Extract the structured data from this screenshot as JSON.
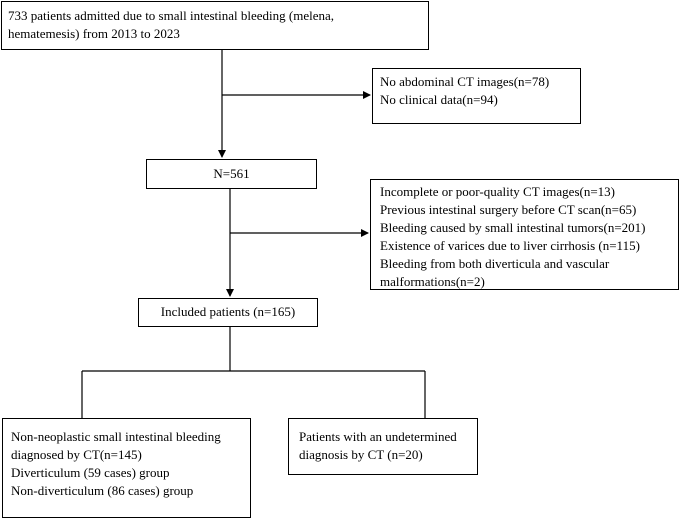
{
  "flowchart": {
    "start": {
      "lines": [
        "733 patients admitted due to small intestinal bleeding (melena,",
        "hematemesis) from 2013 to 2023"
      ]
    },
    "exclusion1": {
      "lines": [
        "No abdominal CT images(n=78)",
        "No clinical data(n=94)"
      ]
    },
    "n561": {
      "label": "N=561"
    },
    "exclusion2": {
      "lines": [
        "Incomplete or poor-quality CT images(n=13)",
        "Previous intestinal surgery before CT scan(n=65)",
        "Bleeding caused by small intestinal tumors(n=201)",
        "Existence of varices due to liver cirrhosis (n=115)",
        "Bleeding from both diverticula and vascular",
        "malformations(n=2)"
      ]
    },
    "included": {
      "label": "Included patients (n=165)"
    },
    "non_neoplastic": {
      "lines": [
        "Non-neoplastic small intestinal bleeding",
        "diagnosed by CT(n=145)",
        "Diverticulum (59 cases) group",
        "Non-diverticulum (86 cases) group"
      ]
    },
    "undetermined": {
      "lines": [
        "Patients with an undetermined",
        "diagnosis by CT (n=20)"
      ]
    }
  }
}
